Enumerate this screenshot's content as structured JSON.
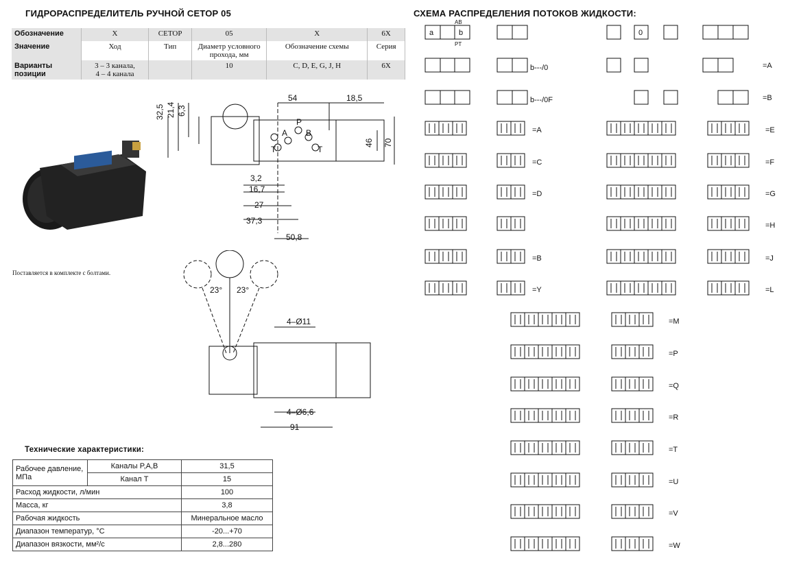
{
  "header": {
    "left_title": "ГИДРОРАСПРЕДЕЛИТЕЛЬ РУЧНОЙ СЕТОР 05",
    "right_title": "СХЕМА РАСПРЕДЕЛЕНИЯ ПОТОКОВ ЖИДКОСТИ:"
  },
  "codes_table": {
    "rows": [
      {
        "head": "Обозначение",
        "cells": [
          "X",
          "CETOP",
          "05",
          "X",
          "6X"
        ]
      },
      {
        "head": "Значение",
        "cells": [
          "Ход",
          "Тип",
          "Диаметр условного прохода, мм",
          "Обозначение схемы",
          "Серия"
        ]
      },
      {
        "head": "Варианты позиции",
        "cells": [
          "3 – 3 канала,\n4 – 4 канала",
          "",
          "10",
          "C, D, E, G, J, H",
          "6X"
        ]
      }
    ]
  },
  "note": "Поставляется в комплекте с болтами.",
  "drawing": {
    "top_dims": [
      "54",
      "18,5",
      "32,5",
      "21,4",
      "6,3",
      "46",
      "46",
      "70"
    ],
    "port_labels": [
      "P",
      "A",
      "B",
      "T",
      "T"
    ],
    "left_dims": [
      "3,2",
      "16,7",
      "27",
      "37,3",
      "50,8"
    ],
    "angles": [
      "23°",
      "23°"
    ],
    "hole_dims": [
      "4–Ø11",
      "4–Ø6,6",
      "91"
    ]
  },
  "tech": {
    "heading": "Технические характеристики:",
    "pressure_label": "Рабочее давление, МПа",
    "rows": [
      {
        "sub": "Каналы P,A,B",
        "value": "31,5"
      },
      {
        "sub": "Канал T",
        "value": "15"
      }
    ],
    "other": [
      {
        "label": "Расход жидкости, л/мин",
        "value": "100"
      },
      {
        "label": "Масса, кг",
        "value": "3,8"
      },
      {
        "label": "Рабочая жидкость",
        "value": "Минеральное масло"
      },
      {
        "label": "Диапазон температур, °C",
        "value": "-20...+70"
      },
      {
        "label": "Диапазон вязкости, мм²/с",
        "value": "2,8...280"
      }
    ]
  },
  "schemes": {
    "port_ab": "AB",
    "port_pt": "PT",
    "letters": [
      "a",
      "b",
      "0"
    ],
    "suffix_0": "b---/0",
    "suffix_0f": "b---/0F",
    "labels_top": [
      "=A",
      "=B"
    ],
    "grid_labels": [
      "=A",
      "=E",
      "=C",
      "=F",
      "=D",
      "=G",
      "=H",
      "=B",
      "=J",
      "=Y",
      "=L",
      "=M",
      "=P",
      "=Q",
      "=R",
      "=T",
      "=U",
      "=V",
      "=W"
    ]
  },
  "colors": {
    "ink": "#111111",
    "table_grey": "#e3e3e3"
  }
}
